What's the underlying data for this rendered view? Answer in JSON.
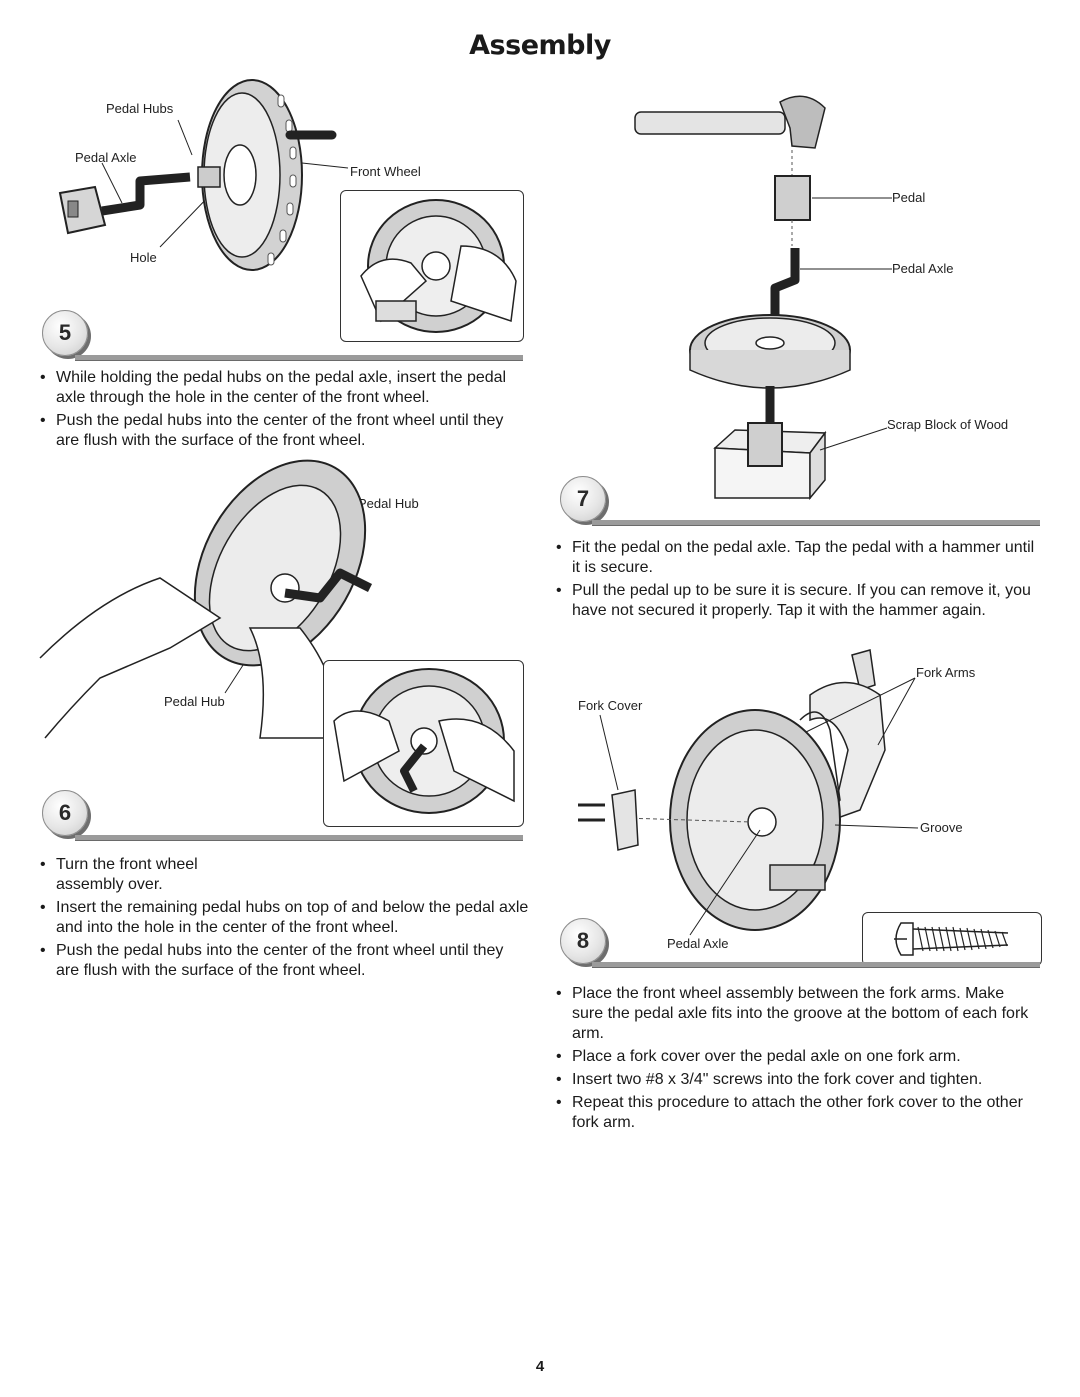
{
  "page": {
    "title": "Assembly",
    "page_number": "4"
  },
  "step5": {
    "number": "5",
    "labels": {
      "pedal_hubs": "Pedal Hubs",
      "pedal_axle": "Pedal Axle",
      "hole": "Hole",
      "front_wheel": "Front Wheel"
    },
    "bullets": [
      "While holding the pedal hubs on the pedal axle, insert the pedal axle through the hole in the center of the front wheel.",
      "Push the pedal hubs into the center of the front wheel until they are flush with the surface of the front wheel."
    ]
  },
  "step6": {
    "number": "6",
    "labels": {
      "pedal_hub_top": "Pedal Hub",
      "pedal_hub_bottom": "Pedal Hub"
    },
    "bullets": [
      "Turn the front wheel assembly over.",
      "Insert the remaining pedal hubs on top of and below the pedal axle and into the hole in the center of the front wheel.",
      "Push the pedal hubs into the center of the front wheel until they are flush with the surface of the front wheel."
    ]
  },
  "step7": {
    "number": "7",
    "labels": {
      "pedal": "Pedal",
      "pedal_axle": "Pedal Axle",
      "scrap_block": "Scrap Block of Wood"
    },
    "bullets": [
      "Fit the pedal on the pedal axle. Tap the pedal with a hammer until it is secure.",
      "Pull the pedal up to be sure it is secure. If you can remove it, you have not secured it properly. Tap it with the hammer again."
    ]
  },
  "step8": {
    "number": "8",
    "labels": {
      "fork_arms": "Fork Arms",
      "fork_cover": "Fork Cover",
      "groove": "Groove",
      "pedal_axle": "Pedal Axle"
    },
    "bullets": [
      "Place the front wheel assembly between the fork arms. Make sure the pedal axle fits into the groove at the bottom of each fork arm.",
      "Place a fork cover over the pedal axle on one fork arm.",
      "Insert two #8 x 3/4\" screws into the fork cover and tighten.",
      "Repeat this procedure to attach the other fork cover to the other fork arm."
    ]
  }
}
